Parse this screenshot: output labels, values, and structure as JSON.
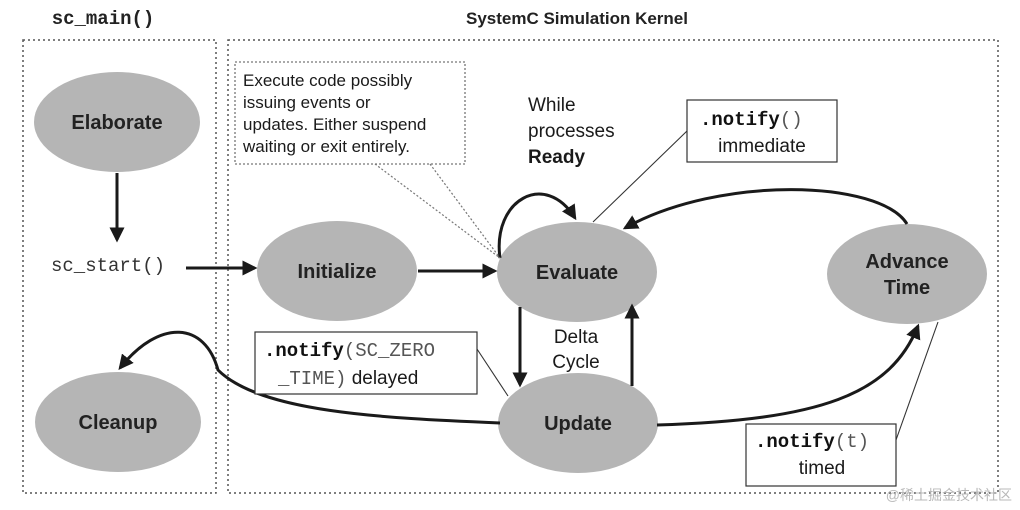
{
  "titles": {
    "left_panel": "sc_main()",
    "right_panel": "SystemC Simulation Kernel"
  },
  "ellipses": {
    "elaborate": "Elaborate",
    "initialize": "Initialize",
    "evaluate": "Evaluate",
    "update": "Update",
    "cleanup": "Cleanup",
    "advance_time_line1": "Advance",
    "advance_time_line2": "Time"
  },
  "sc_start": "sc_start()",
  "execute_note": {
    "line1": "Execute code possibly",
    "line2": "issuing events or",
    "line3": "updates. Either suspend",
    "line4": "waiting or exit entirely."
  },
  "while_note": {
    "line1": "While",
    "line2": "processes",
    "line3": "Ready"
  },
  "delta_cycle": {
    "line1": "Delta",
    "line2": "Cycle"
  },
  "notify_immediate": {
    "method": ".notify",
    "args": "()",
    "desc": "immediate"
  },
  "notify_delayed": {
    "method": ".notify",
    "args": "(SC_ZERO",
    "line2_code": "_TIME)",
    "line2_desc": " delayed"
  },
  "notify_timed": {
    "method": ".notify",
    "args": "(t)",
    "desc": "timed"
  },
  "watermark": "@稀土掘金技术社区",
  "colors": {
    "ellipse_fill": "#b5b5b5",
    "stroke": "#1a1a1a",
    "dotted_border": "#555555"
  }
}
